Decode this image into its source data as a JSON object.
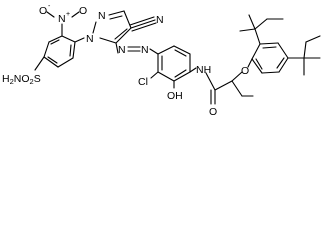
{
  "molecule": {
    "atoms": {
      "nitro_o_top": "O",
      "nitro_minus": "-",
      "nitro_n": "N",
      "nitro_plus": "+",
      "nitro_o_side": "O",
      "cyano_n": "N",
      "pyrazole_n2": "N",
      "pyrazole_n1": "N",
      "azo_n1": "N",
      "azo_n2": "N",
      "sulfonamide": "H2NO2S",
      "amide_nh": "NH",
      "chlorine": "Cl",
      "hydroxyl": "OH",
      "amide_o": "O",
      "ether_o": "O"
    }
  }
}
